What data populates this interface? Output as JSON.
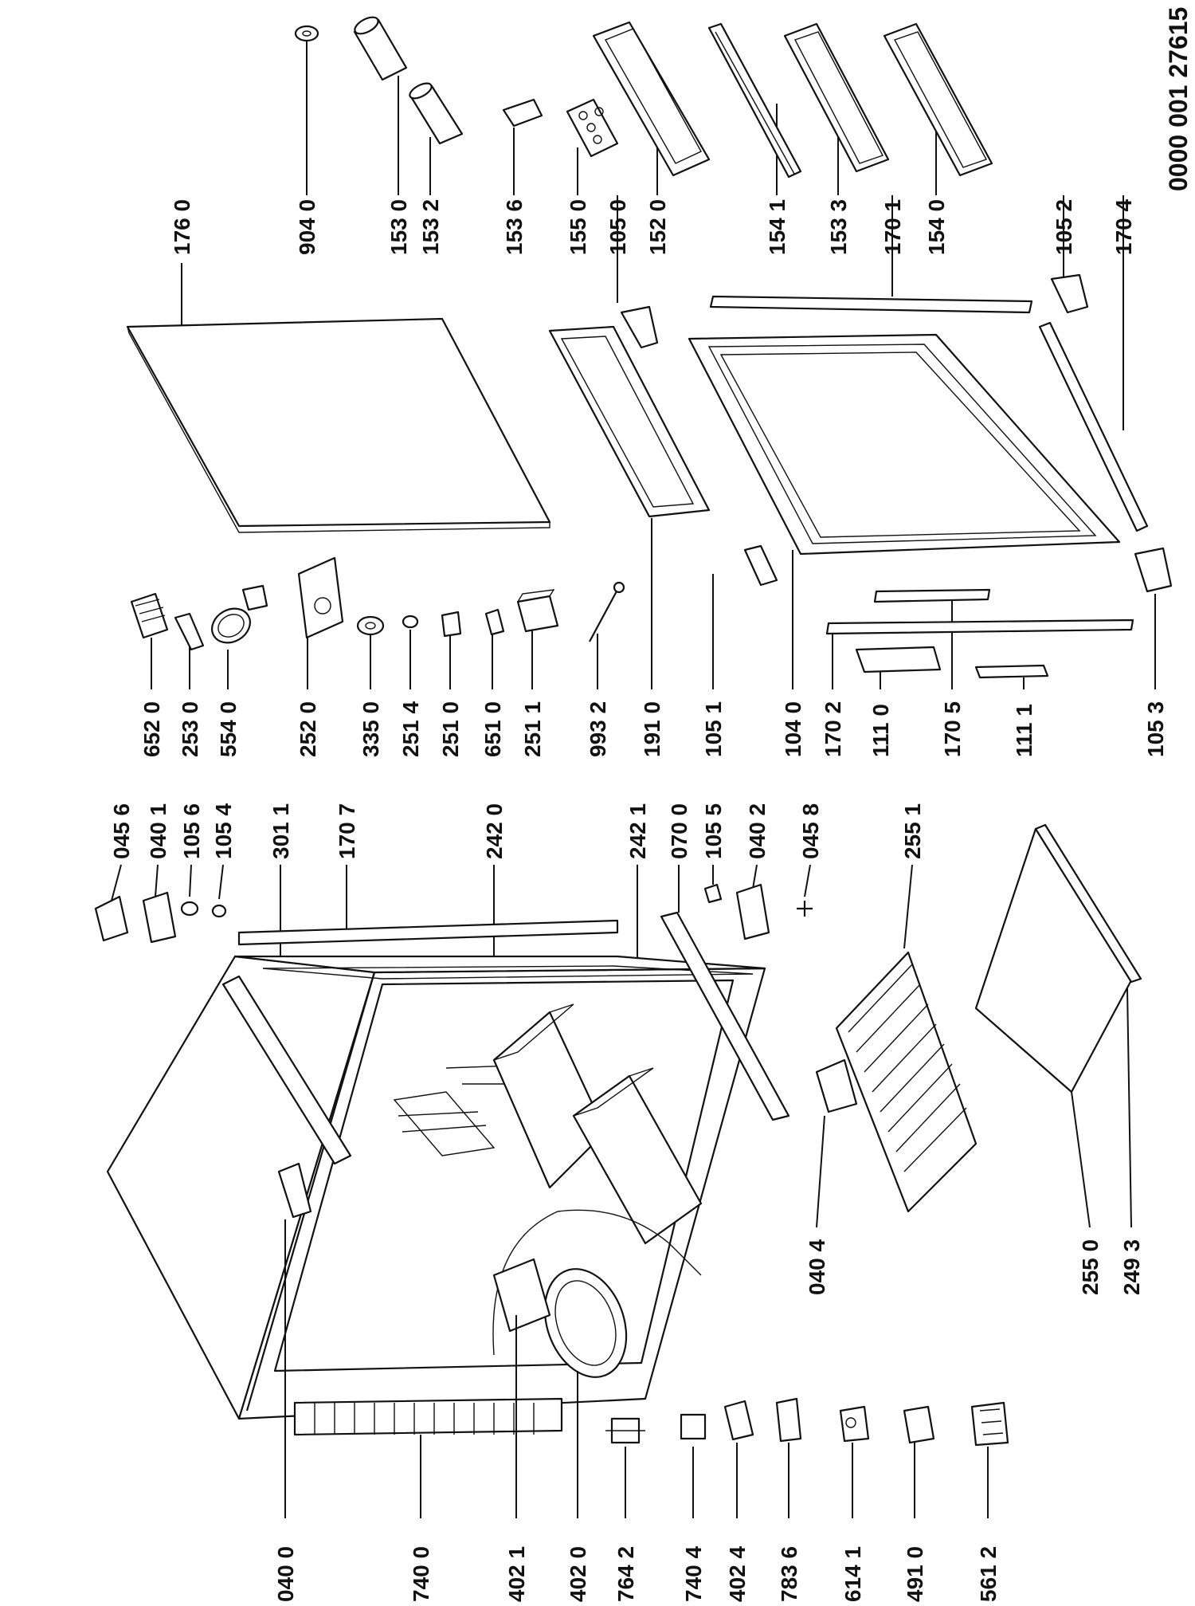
{
  "document_id": "0000 001 27615",
  "labels": {
    "l9040": "904 0",
    "l1530": "153 0",
    "l1532": "153 2",
    "l1536": "153 6",
    "l1550": "155 0",
    "l1050": "105 0",
    "l1520": "152 0",
    "l1541": "154 1",
    "l1533": "153 3",
    "l1701": "170 1",
    "l1540": "154 0",
    "l1052": "105 2",
    "l1704": "170 4",
    "l1760": "176 0",
    "l6520": "652 0",
    "l2530": "253 0",
    "l5540": "554 0",
    "l2520": "252 0",
    "l3350": "335 0",
    "l2514": "251 4",
    "l2510": "251 0",
    "l6510": "651 0",
    "l2511": "251 1",
    "l9932": "993 2",
    "l1910": "191 0",
    "l1051": "105 1",
    "l1040": "104 0",
    "l1702": "170 2",
    "l1110": "111 0",
    "l1705": "170 5",
    "l1111": "111 1",
    "l1053": "105 3",
    "l0456": "045 6",
    "l0401": "040 1",
    "l1056": "105 6",
    "l1054": "105 4",
    "l3011": "301 1",
    "l1707": "170 7",
    "l2420": "242 0",
    "l2421": "242 1",
    "l0700": "070 0",
    "l1055": "105 5",
    "l0402": "040 2",
    "l0458": "045 8",
    "l2551": "255 1",
    "l2550": "255 0",
    "l2493": "249 3",
    "l0404": "040 4",
    "l0400": "040 0",
    "l7400": "740 0",
    "l4021": "402 1",
    "l4020": "402 0",
    "l7642": "764 2",
    "l7404": "740 4",
    "l4024": "402 4",
    "l7836": "783 6",
    "l6141": "614 1",
    "l4910": "491 0",
    "l5612": "561 2"
  }
}
